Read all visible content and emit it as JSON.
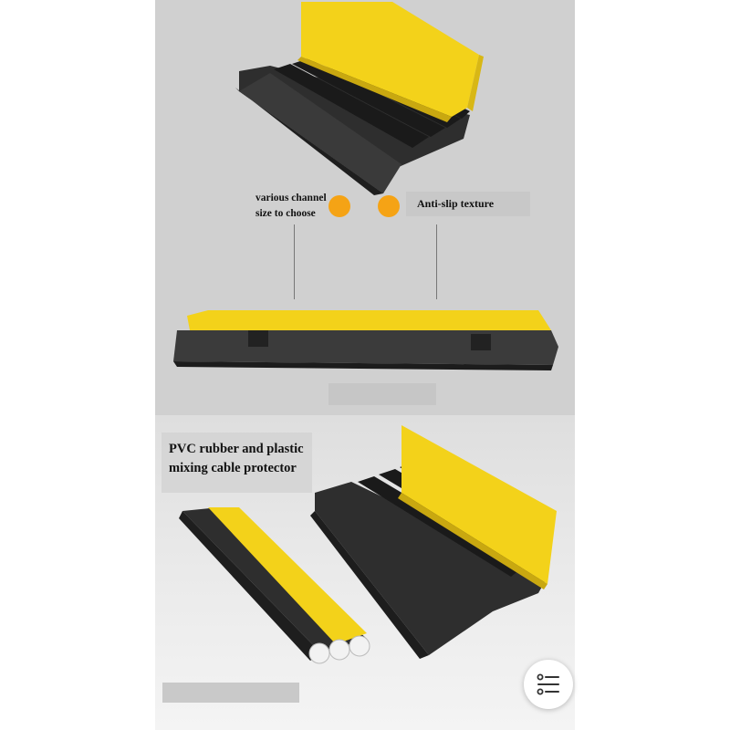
{
  "labels": {
    "channel_line1": "various channel",
    "channel_line2": "size to choose",
    "antislip": "Anti-slip texture",
    "material_line1": "PVC rubber and plastic",
    "material_line2": "mixing cable protector"
  },
  "menu_button": {
    "icon": "menu-list-icon"
  },
  "colors": {
    "accent_dot": "#f5a315",
    "product_yellow": "#f3d21a",
    "product_black": "#2b2b2b",
    "panel_grey": "#d0d0d0"
  }
}
